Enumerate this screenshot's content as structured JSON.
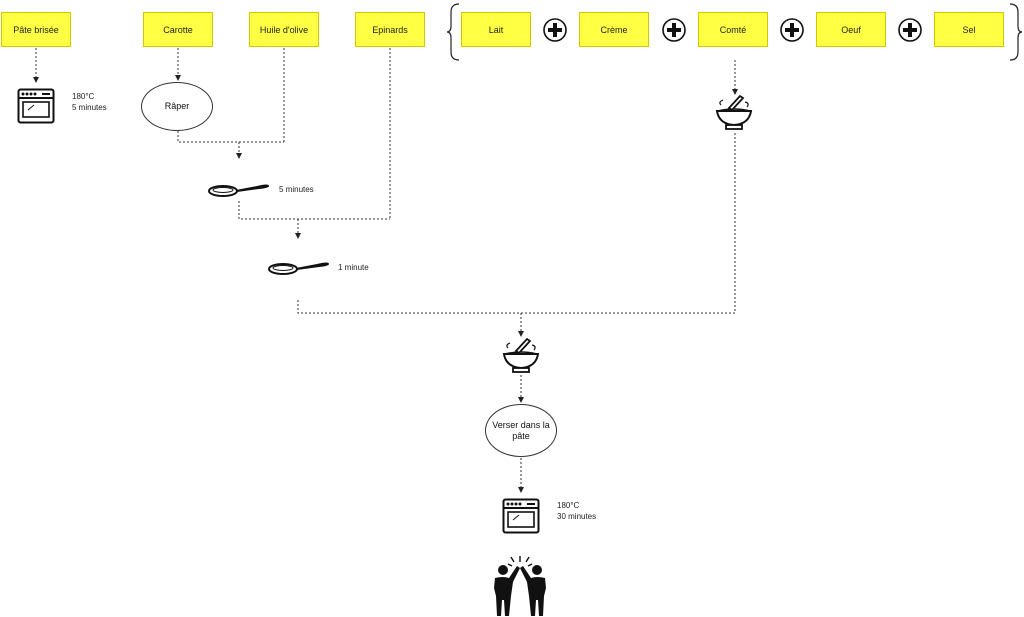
{
  "ingredients": {
    "pate_brisee": "Pâte brisée",
    "carotte": "Carotte",
    "huile": "Huile d'olive",
    "epinards": "Epinards",
    "lait": "Lait",
    "creme": "Crème",
    "comte": "Comté",
    "oeuf": "Oeuf",
    "sel": "Sel"
  },
  "steps": {
    "raper": "Râper",
    "verser_line1": "Verser dans la",
    "verser_line2": "pâte"
  },
  "labels": {
    "oven1_temp": "180°C",
    "oven1_time": "5 minutes",
    "pan1_time": "5 minutes",
    "pan2_time": "1 minute",
    "oven2_temp": "180°C",
    "oven2_time": "30 minutes"
  },
  "colors": {
    "note_fill": "#ffff44",
    "note_border": "#d4c700",
    "line": "#333333"
  },
  "icons": [
    "oven-icon",
    "pan-icon",
    "mixing-bowl-icon",
    "plus-icon",
    "brace-icon",
    "high-five-icon"
  ]
}
